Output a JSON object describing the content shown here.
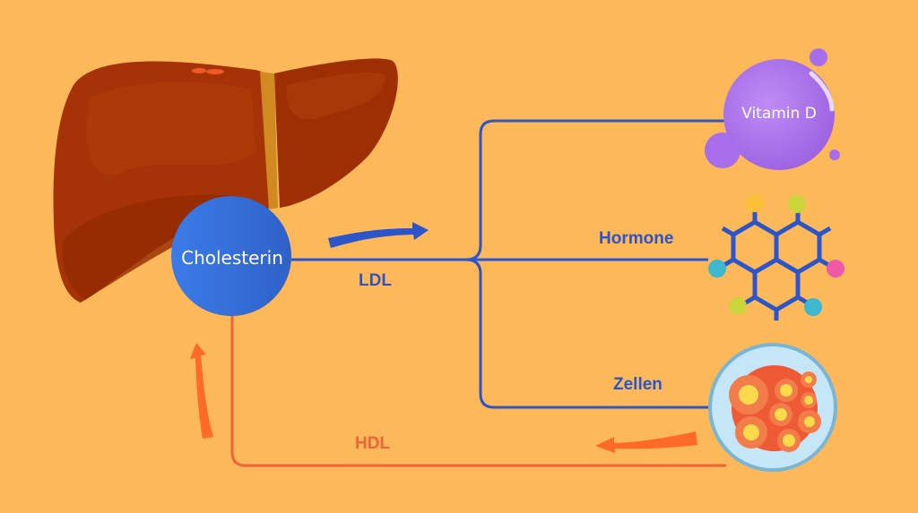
{
  "diagram": {
    "center_label": "Cholesterin",
    "ldl_label": "LDL",
    "hdl_label": "HDL",
    "targets": [
      {
        "label": "Vitamin D"
      },
      {
        "label": "Hormone"
      },
      {
        "label": "Zellen"
      }
    ],
    "colors": {
      "background": "#FDB959",
      "ldl": "#2B55C9",
      "hdl": "#F0643A",
      "cholesterin": "#3A78E0",
      "liver": "#9E2F02",
      "vitamin": "#B27BF0"
    }
  }
}
